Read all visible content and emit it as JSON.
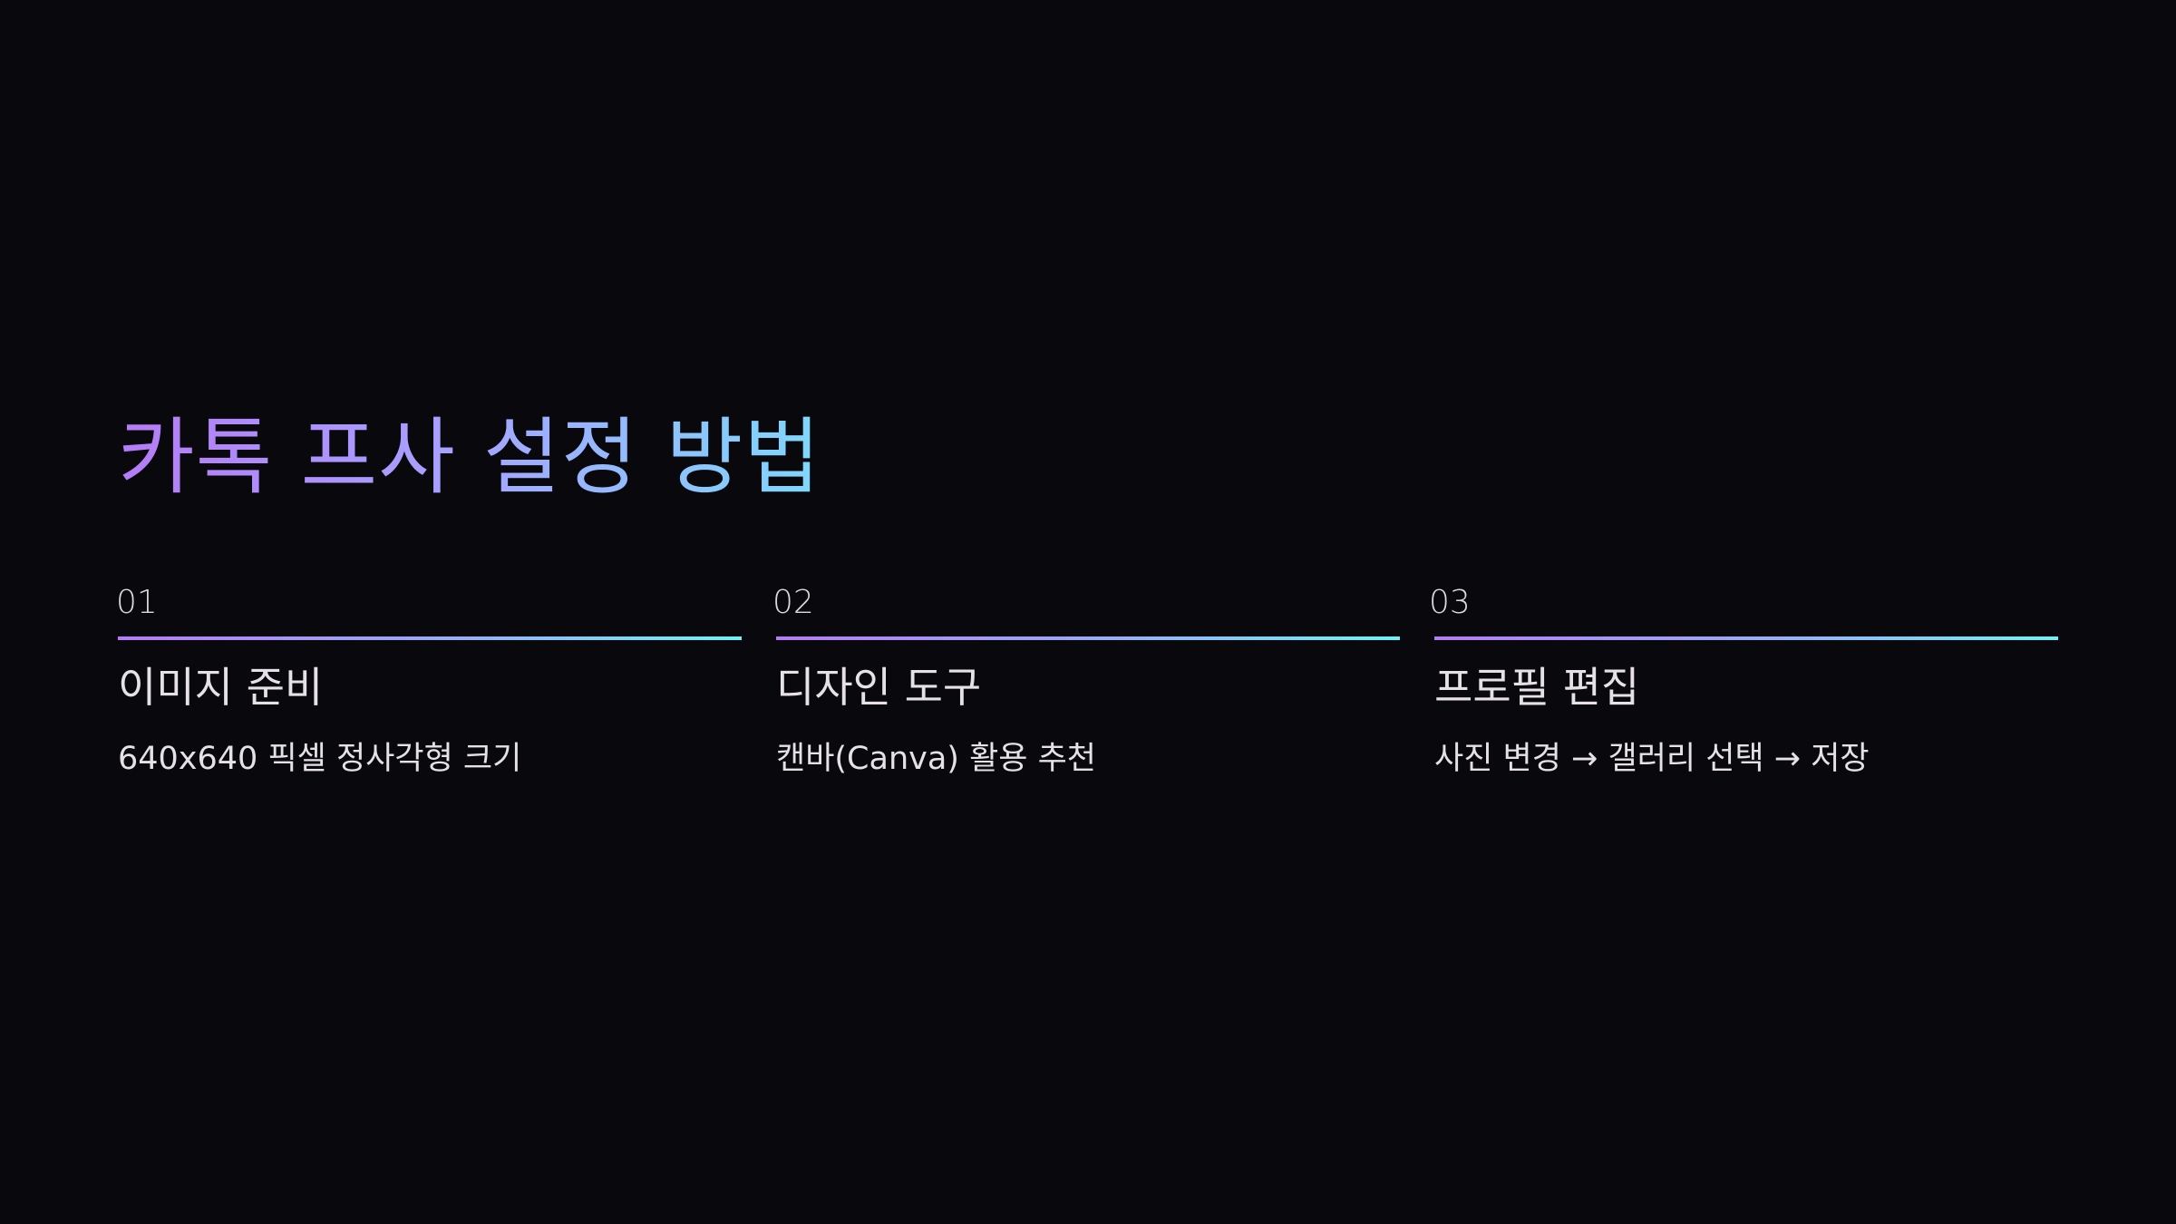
{
  "slide": {
    "title": "카톡 프사 설정 방법",
    "colors": {
      "background": "#08080d",
      "gradient_start": "#b57cf5",
      "gradient_end": "#7fd8fb",
      "line_gradient_end": "#6ef0f5",
      "text": "#e6e0e8"
    },
    "steps": [
      {
        "number": "01",
        "heading": "이미지 준비",
        "description": "640x640 픽셀 정사각형 크기"
      },
      {
        "number": "02",
        "heading": "디자인 도구",
        "description": "캔바(Canva) 활용 추천"
      },
      {
        "number": "03",
        "heading": "프로필 편집",
        "description": "사진 변경 → 갤러리 선택 → 저장"
      }
    ]
  }
}
